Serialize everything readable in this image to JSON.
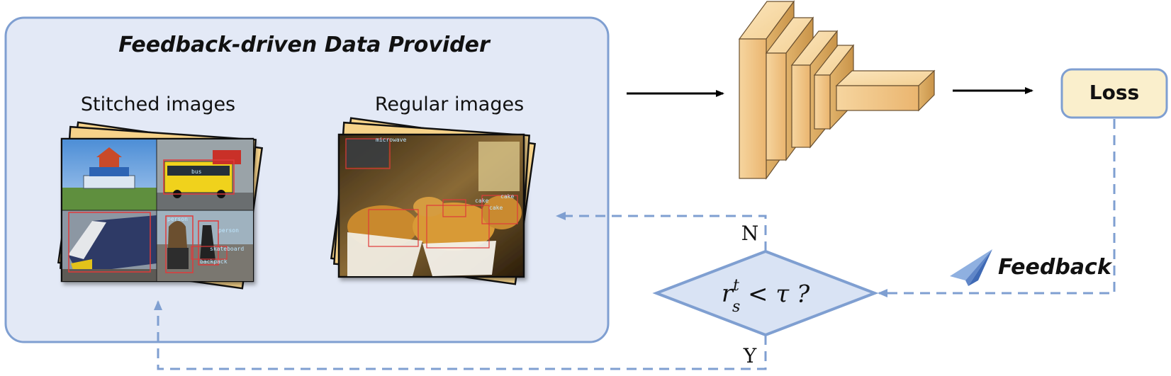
{
  "provider": {
    "title": "Feedback-driven Data Provider",
    "stitched_label": "Stitched images",
    "regular_label": "Regular images"
  },
  "stitched_tags": {
    "bus": "bus",
    "person1": "person",
    "person2": "person",
    "skateboard": "skateboard",
    "backpack": "backpack"
  },
  "regular_tags": {
    "microwave": "microwave",
    "cake1": "cake",
    "cake2": "cake",
    "cake3": "cake"
  },
  "network": {
    "loss_label": "Loss"
  },
  "feedback": {
    "label": "Feedback"
  },
  "decision": {
    "symbol": "r",
    "superscript": "t",
    "subscript": "s",
    "rest": " < τ ?",
    "no_label": "N",
    "yes_label": "Y"
  },
  "colors": {
    "panel_fill": "#e3e9f6",
    "panel_stroke": "#7f9fd1",
    "loss_fill": "#faefcc",
    "diamond_fill": "#d9e3f4",
    "dash": "#7f9fd1",
    "block_front": "#f2c98d",
    "block_top": "#f8dcab",
    "block_side": "#d9a85f",
    "card": "#f7d38a",
    "bbox": "#e03a3a"
  }
}
